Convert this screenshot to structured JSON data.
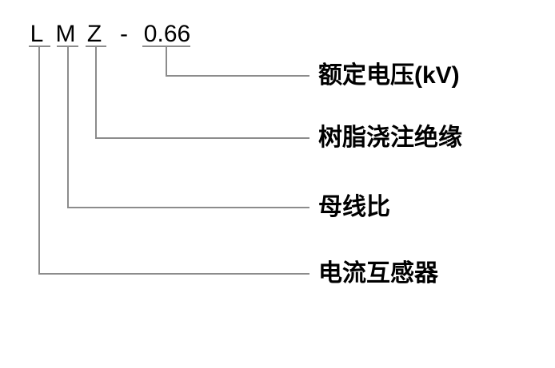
{
  "model_code": {
    "parts": [
      "L",
      "M",
      "Z",
      "-",
      "0.66"
    ]
  },
  "labels": [
    {
      "text": "额定电压(kV)"
    },
    {
      "text": "树脂浇注绝缘"
    },
    {
      "text": "母线比"
    },
    {
      "text": "电流互感器"
    }
  ],
  "colors": {
    "line": "#8c8c8c",
    "text": "#000000",
    "background": "#ffffff"
  }
}
